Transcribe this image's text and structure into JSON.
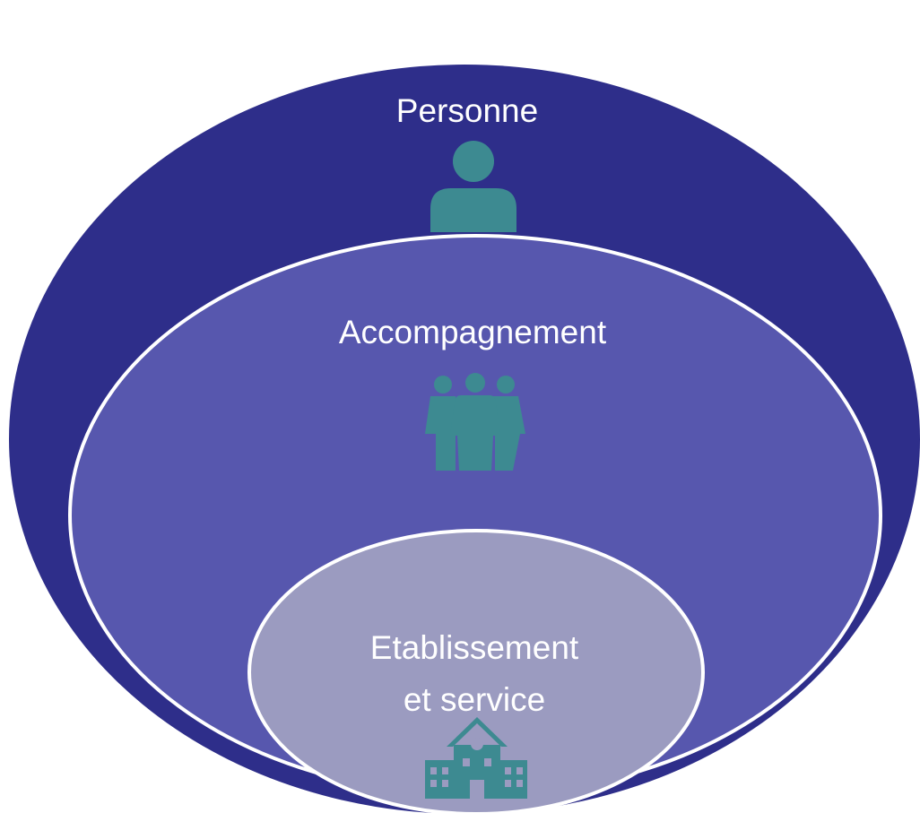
{
  "colors": {
    "outer": "#2E2E8A",
    "middle": "#5757AE",
    "inner": "#9B9BC0",
    "border": "#ffffff",
    "icon": "#3D8A91",
    "text": "#ffffff"
  },
  "rings": {
    "outer": {
      "label": "Personne",
      "icon": "person-icon"
    },
    "middle": {
      "label": "Accompagnement",
      "icon": "group-icon"
    },
    "inner": {
      "label_line1": "Etablissement",
      "label_line2": "et service",
      "icon": "building-icon"
    }
  }
}
